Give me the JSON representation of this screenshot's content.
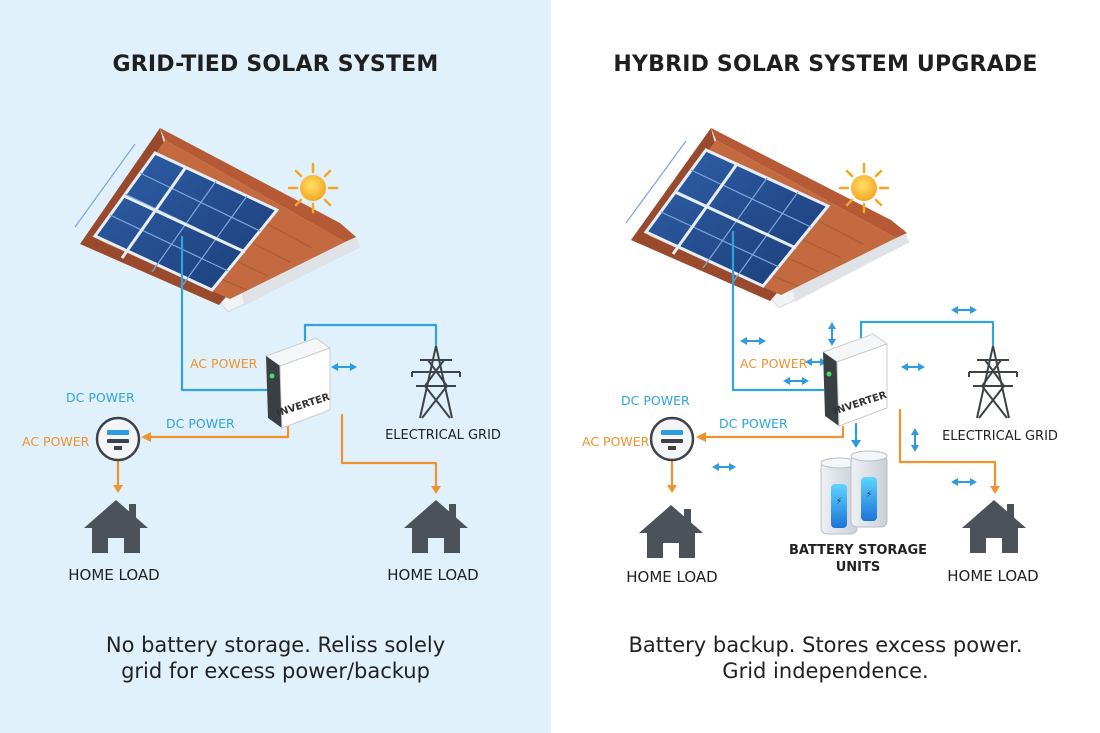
{
  "colors": {
    "left_background": "#e1f1fb",
    "right_background": "#ffffff",
    "dc_line": "#2fa3dc",
    "ac_line": "#f0922d",
    "arrow": "#2d9be0",
    "house": "#4b5259"
  },
  "left": {
    "title": "GRID-TIED SOLAR SYSTEM",
    "labels": {
      "ac_power_inverter": "AC POWER",
      "dc_power_top": "DC POWER",
      "dc_power_meter": "DC POWER",
      "ac_power_meter": "AC POWER",
      "inverter": "INVERTER",
      "electrical_grid": "ELECTRICAL GRID",
      "home_load_1": "HOME LOAD",
      "home_load_2": "HOME LOAD"
    },
    "caption": {
      "line1": "No battery storage. Reliss solely",
      "line2": "grid for excess power/backup"
    }
  },
  "right": {
    "title": "HYBRID SOLAR SYSTEM UPGRADE",
    "labels": {
      "ac_power_inverter": "AC POWER",
      "dc_power_top": "DC POWER",
      "dc_power_meter": "DC POWER",
      "ac_power_meter": "AC POWER",
      "inverter": "INVERTER",
      "electrical_grid": "ELECTRICAL GRID",
      "battery_line1": "BATTERY STORAGE",
      "battery_line2": "UNITS",
      "home_load_1": "HOME LOAD",
      "home_load_2": "HOME LOAD"
    },
    "caption": {
      "line1": "Battery backup. Stores excess power.",
      "line2": "Grid independence."
    }
  }
}
